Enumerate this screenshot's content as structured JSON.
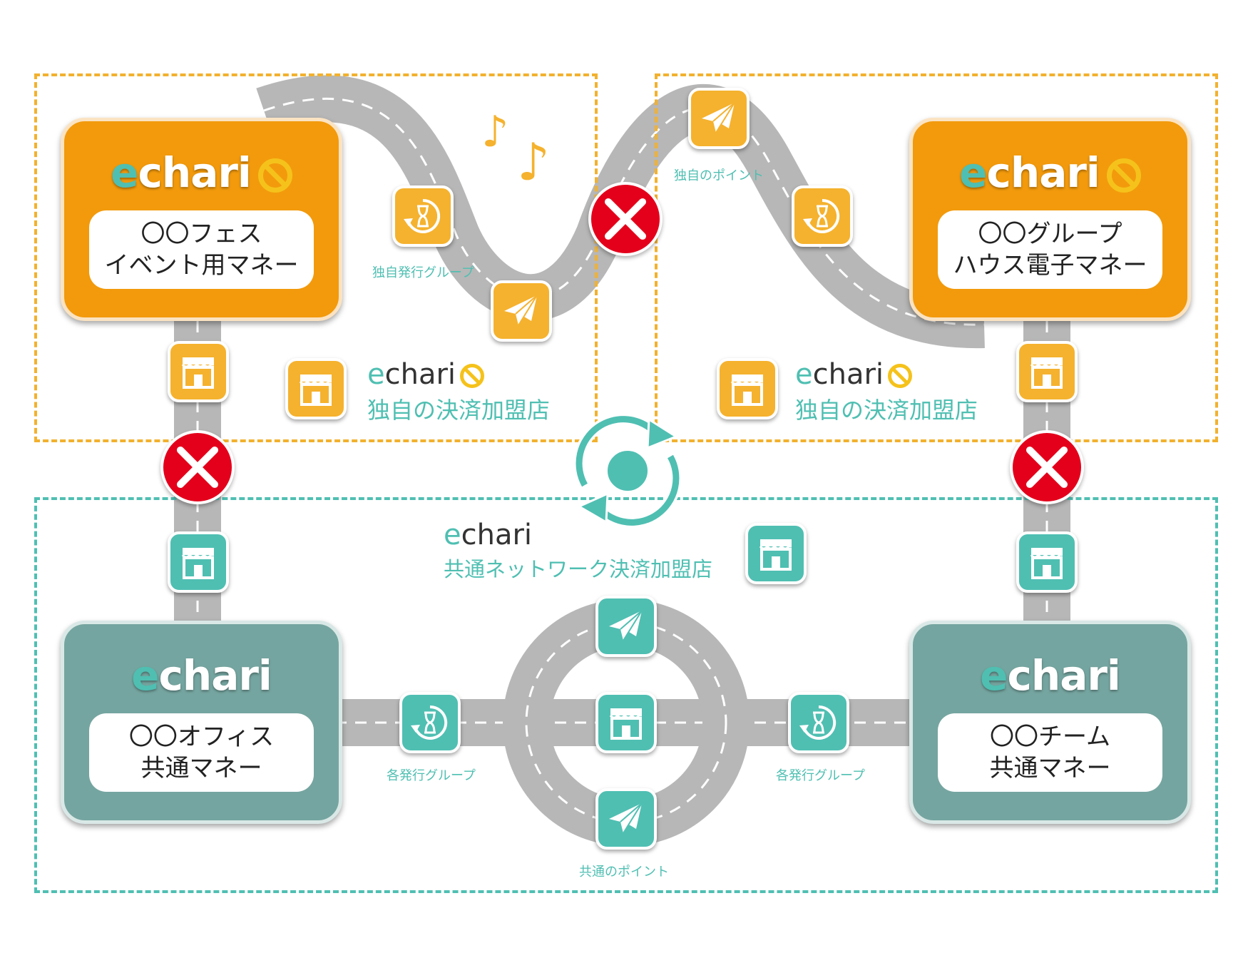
{
  "colors": {
    "orange": "#f29a0c",
    "orange_light": "#f5b22e",
    "teal": "#4fbfb2",
    "teal_dark": "#75a5a0",
    "road": "#b4b4b4",
    "red": "#e4001b"
  },
  "logo": {
    "e": "e",
    "rest": "chari"
  },
  "cards": {
    "top_left": {
      "line1": "〇〇フェス",
      "line2": "イベント用マネー"
    },
    "top_right": {
      "line1": "〇〇グループ",
      "line2": "ハウス電子マネー"
    },
    "bottom_left": {
      "line1": "〇〇オフィス",
      "line2": "共通マネー"
    },
    "bottom_right": {
      "line1": "〇〇チーム",
      "line2": "共通マネー"
    }
  },
  "captions": {
    "own_issue_group": "独自発行グループ",
    "own_point": "独自のポイント",
    "each_issue_group_left": "各発行グループ",
    "each_issue_group_right": "各発行グループ",
    "common_point": "共通のポイント"
  },
  "merchants": {
    "left": {
      "sub": "独自の決済加盟店"
    },
    "right": {
      "sub": "独自の決済加盟店"
    },
    "network": {
      "sub": "共通ネットワーク決済加盟店"
    }
  },
  "icons": {
    "store": "store-icon",
    "plane": "paper-plane-icon",
    "hourglass": "hourglass-refresh-icon",
    "cross": "prohibited-cross-icon",
    "note": "music-note-icon",
    "sync": "sync-arrows-icon"
  },
  "notes": {
    "note1": "♪",
    "note2": "♪"
  }
}
